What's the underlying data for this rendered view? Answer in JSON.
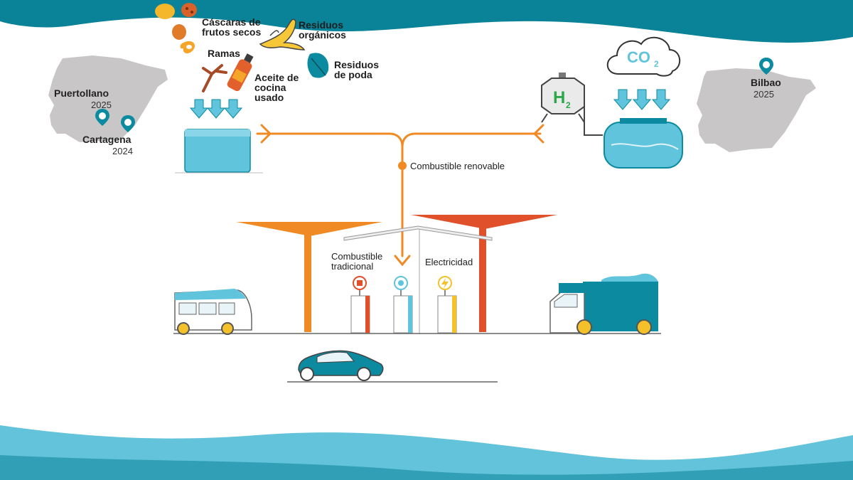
{
  "colors": {
    "teal": "#0b8aa0",
    "teal_light": "#5fc4dc",
    "orange": "#f08a24",
    "red_orange": "#e0502a",
    "map_gray": "#c9c6c8",
    "wave_dark": "#0a8297",
    "wave_light": "#63c3da"
  },
  "labels": {
    "cascaras": "Cáscaras de\nfrutos secos",
    "residuos_organicos": "Residuos\norgánicos",
    "ramas": "Ramas",
    "aceite": "Aceite de\ncocina\nusado",
    "residuos_poda": "Residuos\nde poda",
    "combustible_renovable": "Combustible renovable",
    "combustible_tradicional": "Combustible\ntradicional",
    "electricidad": "Electricidad",
    "co2_main": "CO",
    "co2_sub": "2",
    "h2_main": "H",
    "h2_sub": "2"
  },
  "locations": [
    {
      "city": "Puertollano",
      "year": "2025"
    },
    {
      "city": "Cartagena",
      "year": "2024"
    },
    {
      "city": "Bilbao",
      "year": "2025"
    }
  ],
  "icons": {
    "location_pin": "map-pin-icon",
    "arrow_down": "arrow-down-icon",
    "leaf": "leaf-icon",
    "banana_peel": "banana-peel-icon",
    "bottle": "oil-bottle-icon",
    "branch": "branch-icon",
    "nuts": "nut-shells-icon",
    "cloud": "cloud-icon",
    "tank": "tank-icon",
    "bus": "bus-icon",
    "car": "car-icon",
    "truck": "truck-icon",
    "fuel_pump": "fuel-pump-icon",
    "charger": "charger-icon"
  }
}
